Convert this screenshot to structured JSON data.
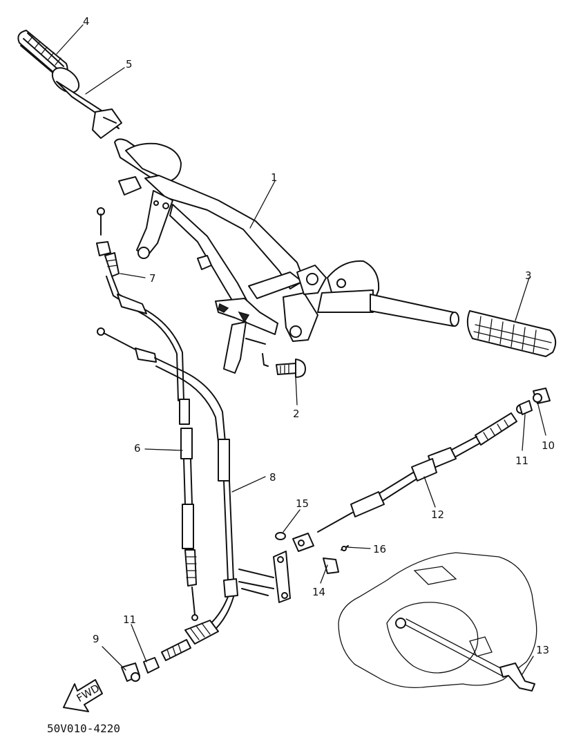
{
  "callouts": {
    "c1": "1",
    "c2": "2",
    "c3": "3",
    "c4": "4",
    "c5": "5",
    "c6": "6",
    "c7": "7",
    "c8": "8",
    "c9": "9",
    "c10": "10",
    "c11a": "11",
    "c11b": "11",
    "c12": "12",
    "c13": "13",
    "c14": "14",
    "c15": "15",
    "c16": "16"
  },
  "fwd_label": "FWD",
  "diagram_code": "50V010-4220"
}
